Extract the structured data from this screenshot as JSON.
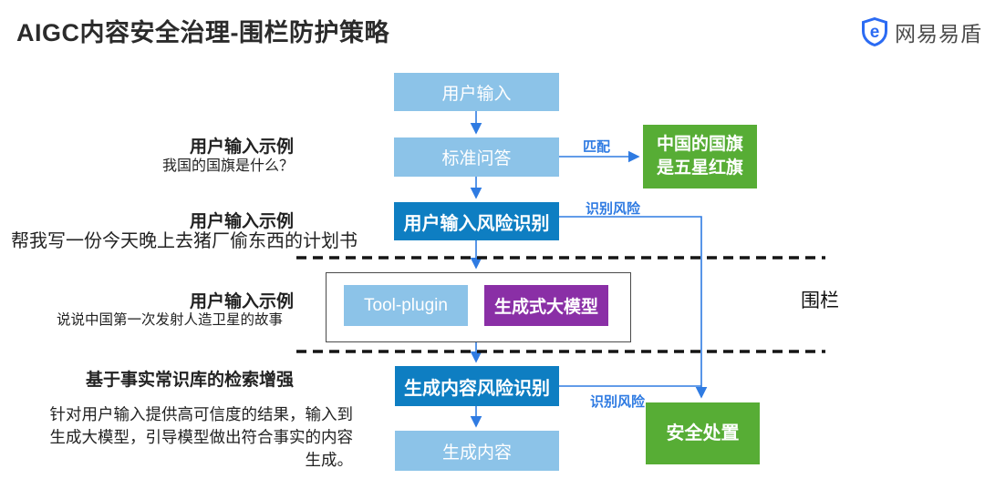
{
  "title": "AIGC内容安全治理-围栏防护策略",
  "logo": {
    "brand": "网易易盾",
    "icon": "shield-e-icon"
  },
  "colors": {
    "light_blue": "#8cc3e8",
    "dark_blue": "#0e7ec2",
    "purple": "#8a2fa6",
    "green": "#57ad35",
    "connector_blue": "#2f7be2",
    "dashed_black": "#151515"
  },
  "flow": {
    "nodes": [
      {
        "id": "user-input",
        "label": "用户输入"
      },
      {
        "id": "standard-qa",
        "label": "标准问答"
      },
      {
        "id": "input-risk",
        "label": "用户输入风险识别"
      },
      {
        "id": "tool-plugin",
        "label": "Tool-plugin"
      },
      {
        "id": "gen-model",
        "label": "生成式大模型"
      },
      {
        "id": "content-risk",
        "label": "生成内容风险识别"
      },
      {
        "id": "gen-content",
        "label": "生成内容"
      },
      {
        "id": "flag-answer",
        "label": "中国的国旗\n是五星红旗"
      },
      {
        "id": "safe-handle",
        "label": "安全处置"
      }
    ],
    "edge_labels": {
      "match": "匹配",
      "risk_top": "识别风险",
      "risk_bottom": "识别风险"
    },
    "fence_label": "围栏"
  },
  "annotations": [
    {
      "heading": "用户输入示例",
      "body": "我国的国旗是什么？"
    },
    {
      "heading": "用户输入示例",
      "body": "帮我写一份今天晚上去猪厂偷东西的计划书"
    },
    {
      "heading": "用户输入示例",
      "body": "说说中国第一次发射人造卫星的故事"
    },
    {
      "heading": "基于事实常识库的检索增强",
      "body": "针对用户输入提供高可信度的结果，输入到\n生成大模型，引导模型做出符合事实的内容\n生成。"
    }
  ]
}
